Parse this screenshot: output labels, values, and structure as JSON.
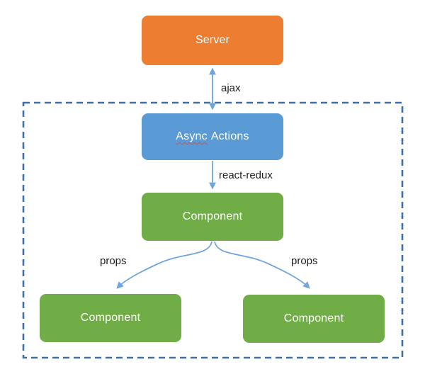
{
  "diagram": {
    "nodes": {
      "server": {
        "label": "Server"
      },
      "async_actions": {
        "misspelled_word": "Async",
        "rest_label": "Actions"
      },
      "component_mid": {
        "label": "Component"
      },
      "component_left": {
        "label": "Component"
      },
      "component_right": {
        "label": "Component"
      }
    },
    "edges": {
      "ajax": {
        "label": "ajax",
        "direction": "bidirectional"
      },
      "react_redux": {
        "label": "react-redux",
        "direction": "down"
      },
      "props_left": {
        "label": "props",
        "direction": "down-left"
      },
      "props_right": {
        "label": "props",
        "direction": "down-right"
      }
    }
  },
  "colors": {
    "server-fill": "#ED7D31",
    "async-fill": "#5B9BD5",
    "component-fill": "#70AD47",
    "edge-stroke": "#6FA5DC",
    "boundary-stroke": "#3E6FA6",
    "node-text": "#FFFFFF",
    "label-text": "#1F1F1F",
    "squiggle": "#E04B3F"
  }
}
